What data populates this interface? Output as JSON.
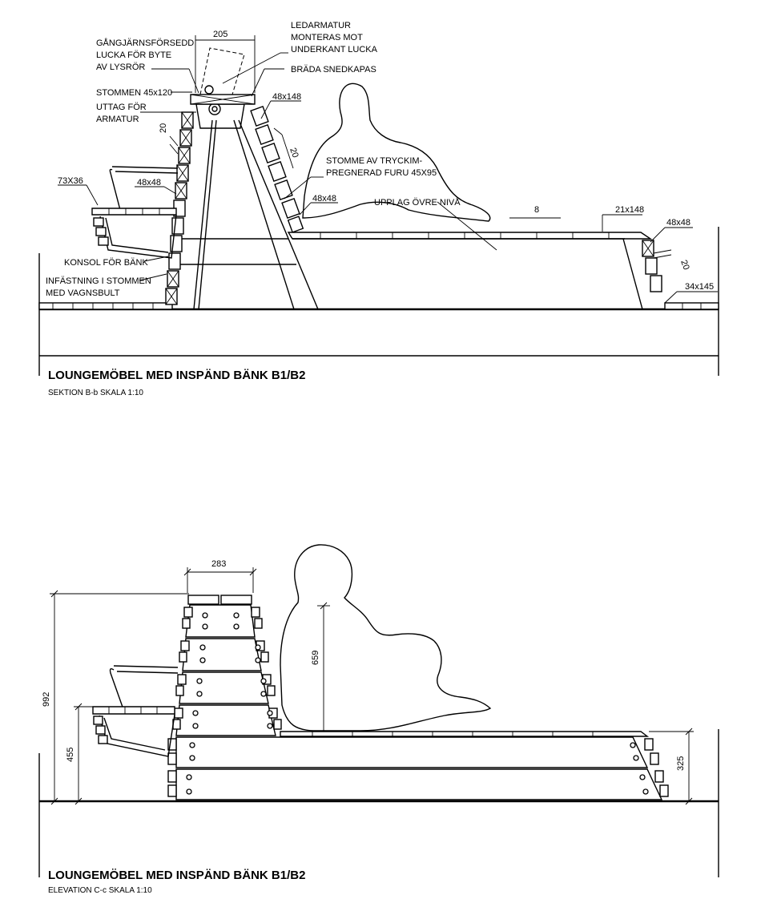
{
  "section": {
    "title": "LOUNGEMÖBEL MED INSPÄND BÄNK B1/B2",
    "subtitle": "SEKTION B-b SKALA 1:10",
    "labels": {
      "hinge_1": "GÅNGJÄRNSFÖRSEDD",
      "hinge_2": "LUCKA FÖR BYTE",
      "hinge_3": "AV LYSRÖR",
      "led_1": "LEDARMATUR",
      "led_2": "MONTERAS MOT",
      "led_3": "UNDERKANT LUCKA",
      "board": "BRÄDA SNEDKAPAS",
      "frame": "STOMMEN 45x120",
      "outlet_1": "UTTAG FÖR",
      "outlet_2": "ARMATUR",
      "pine_1": "STOMME AV TRYCKIM-",
      "pine_2": "PREGNERAD FURU 45X95",
      "level": "UPPLAG ÖVRE NIVÅ",
      "console": "KONSOL FÖR BÄNK",
      "fix_1": "INFÄSTNING I STOMMEN",
      "fix_2": "MED VAGNSBULT"
    },
    "dims": {
      "top_width": "205",
      "d20_a": "20",
      "d20_b": "20",
      "d20_c": "20",
      "p48x148": "48x148",
      "p73x36": "73X36",
      "p48x48_a": "48x48",
      "p48x48_b": "48x48",
      "p48x48_c": "48x48",
      "gap8": "8",
      "p21x148": "21x148",
      "p34x145": "34x145"
    }
  },
  "elevation": {
    "title": "LOUNGEMÖBEL MED INSPÄND BÄNK B1/B2",
    "subtitle": "ELEVATION C-c SKALA 1:10",
    "dims": {
      "top_width": "283",
      "total_height": "992",
      "bench_height": "455",
      "person_height": "659",
      "lounge_height": "325"
    }
  }
}
